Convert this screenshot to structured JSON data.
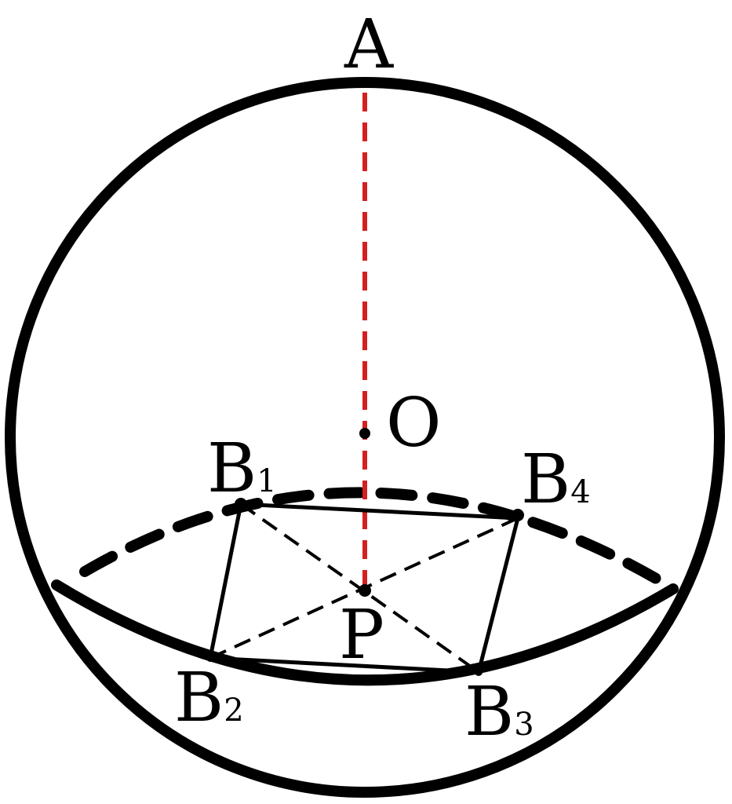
{
  "diagram": {
    "labels": {
      "A": "A",
      "O": "O",
      "P": "P",
      "B1_main": "B",
      "B1_sub": "1",
      "B2_main": "B",
      "B2_sub": "2",
      "B3_main": "B",
      "B3_sub": "3",
      "B4_main": "B",
      "B4_sub": "4"
    },
    "colors": {
      "stroke": "#000000",
      "axis": "#d42020"
    }
  }
}
